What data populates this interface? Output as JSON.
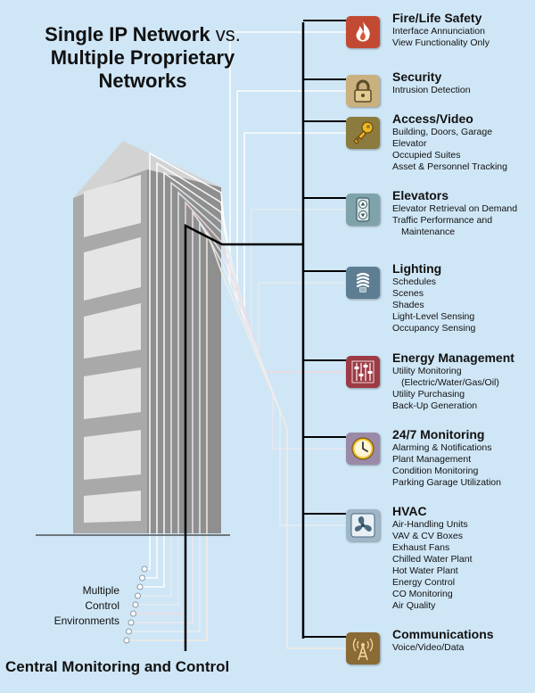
{
  "title": {
    "line1": "Single IP Network",
    "vs": "vs.",
    "line2": "Multiple Proprietary",
    "line3": "Networks"
  },
  "environments_label": [
    "Multiple",
    "Control",
    "Environments"
  ],
  "central_label": "Central Monitoring and Control",
  "subsystems": [
    {
      "title": "Fire/Life Safety",
      "icon": "flame-icon",
      "color": "#c24a33",
      "items": [
        "Interface Annunciation",
        "View Functionality Only"
      ],
      "line_color": "#ffffff"
    },
    {
      "title": "Security",
      "icon": "padlock-icon",
      "color": "#c9b07e",
      "items": [
        "Intrusion Detection"
      ],
      "line_color": "#ffffff"
    },
    {
      "title": "Access/Video",
      "icon": "key-icon",
      "color": "#8c7b3f",
      "items": [
        "Building, Doors, Garage",
        "Elevator",
        "Occupied Suites",
        "Asset & Personnel Tracking"
      ],
      "line_color": "#ffffff"
    },
    {
      "title": "Elevators",
      "icon": "elevator-buttons-icon",
      "color": "#7fa3ab",
      "items": [
        "Elevator Retrieval on Demand",
        "Traffic Performance and",
        "  Maintenance"
      ],
      "line_color": "#e4ecee"
    },
    {
      "title": "Lighting",
      "icon": "lightbulb-icon",
      "color": "#5d7d92",
      "items": [
        "Schedules",
        "Scenes",
        "Shades",
        "Light-Level Sensing",
        "Occupancy Sensing"
      ],
      "line_color": "#e4ecee"
    },
    {
      "title": "Energy Management",
      "icon": "sliders-icon",
      "color": "#9c3b45",
      "items": [
        "Utility Monitoring",
        "  (Electric/Water/Gas/Oil)",
        "Utility Purchasing",
        "Back-Up Generation"
      ],
      "line_color": "#f0d8da"
    },
    {
      "title": "24/7 Monitoring",
      "icon": "clock-icon",
      "color": "#9a8aa8",
      "items": [
        "Alarming & Notifications",
        "Plant Management",
        "Condition Monitoring",
        "Parking Garage Utilization"
      ],
      "line_color": "#ece6f0"
    },
    {
      "title": "HVAC",
      "icon": "fan-icon",
      "color": "#9fb6c8",
      "items": [
        "Air-Handling Units",
        "VAV & CV Boxes",
        "Exhaust Fans",
        "Chilled Water Plant",
        "Hot Water Plant",
        "Energy Control",
        "CO Monitoring",
        "Air Quality"
      ],
      "line_color": "#e8eef4"
    },
    {
      "title": "Communications",
      "icon": "antenna-icon",
      "color": "#8a6a35",
      "items": [
        "Voice/Video/Data"
      ],
      "line_color": "#f4ece0"
    }
  ]
}
